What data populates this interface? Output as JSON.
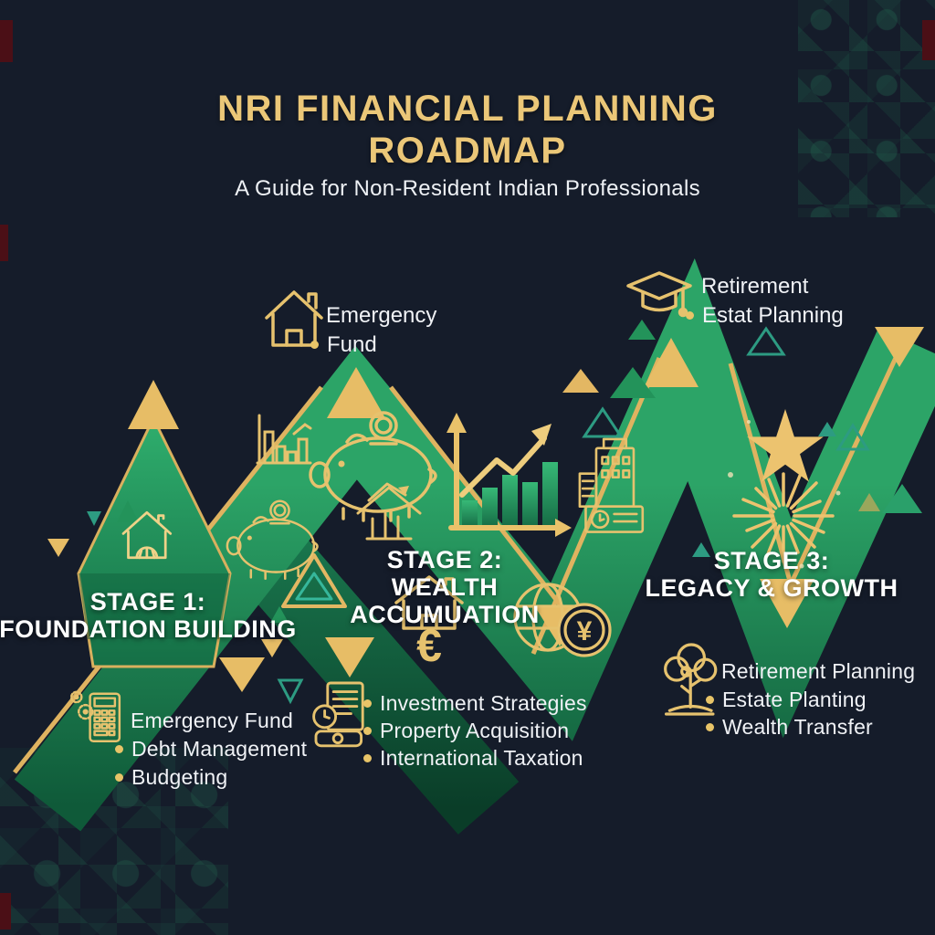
{
  "header": {
    "title_line1": "NRI FINANCIAL PLANNING",
    "title_line2": "ROADMAP",
    "subtitle": "A Guide for Non-Resident Indian Professionals"
  },
  "callouts": {
    "emergency_fund": {
      "icon": "house-icon",
      "line1": "Emergency",
      "line2": "Fund"
    },
    "retirement": {
      "icon": "graduation-cap-icon",
      "line1": "Retirement",
      "line2": "Estat Planning"
    }
  },
  "stages": [
    {
      "label": "STAGE 1:",
      "name": "FOUNDATION BUILDING",
      "icon": "calculator-icon",
      "items": [
        "Emergency Fund",
        "Debt Management",
        "Budgeting"
      ]
    },
    {
      "label": "STAGE 2:",
      "name": "WEALTH ACCUMUATION",
      "icon": "invoice-icon",
      "items": [
        "Investment Strategies",
        "Property Acquisition",
        "International Taxation"
      ]
    },
    {
      "label": "STAGE 3:",
      "name": "LEGACY & GROWTH",
      "icon": "tree-icon",
      "items": [
        "Retirement Planning",
        "Estate Planting",
        "Wealth Transfer"
      ]
    }
  ],
  "currency": {
    "euro": "€",
    "yen": "¥"
  },
  "colors": {
    "background": "#151c2a",
    "gold": "#e4ba62",
    "green": "#27925c",
    "dark_green": "#15573a",
    "teal": "#2d9b82",
    "text": "#f2f4f6"
  }
}
